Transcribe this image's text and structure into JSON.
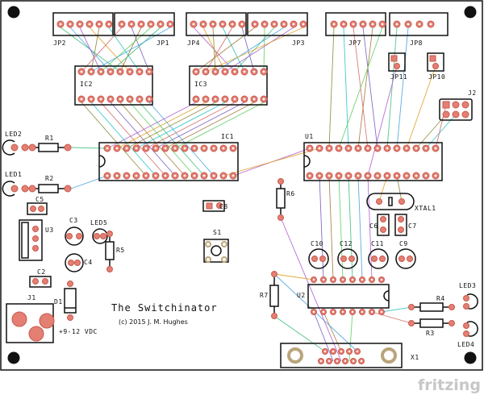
{
  "board": {
    "title": "The Switchinator",
    "credit": "(c) 2015 J. M. Hughes",
    "power_note": "+9-12 VDC"
  },
  "labels": {
    "jp2": "JP2",
    "jp1": "JP1",
    "jp4": "JP4",
    "jp3": "JP3",
    "jp7": "JP7",
    "jp8": "JP8",
    "jp11": "JP11",
    "jp10": "JP10",
    "ic2": "IC2",
    "ic3": "IC3",
    "ic1": "IC1",
    "u1": "U1",
    "j2": "J2",
    "led2": "LED2",
    "r1": "R1",
    "led1": "LED1",
    "r2": "R2",
    "c5": "C5",
    "u3": "U3",
    "c3": "C3",
    "led5": "LED5",
    "c4": "C4",
    "r5": "R5",
    "c2": "C2",
    "j1": "J1",
    "d1": "D1",
    "c8": "C8",
    "s1": "S1",
    "r6": "R6",
    "xtal1": "XTAL1",
    "c6": "C6",
    "c7": "C7",
    "c10": "C10",
    "c12": "C12",
    "c11": "C11",
    "c9": "C9",
    "r7": "R7",
    "u2": "U2",
    "r4": "R4",
    "r3": "R3",
    "led3": "LED3",
    "led4": "LED4",
    "x1": "X1"
  },
  "brand": {
    "name": "fritzing"
  },
  "colors": {
    "pad": "#e47f73",
    "silkscreen": "#111111",
    "brand": "#c7c7c7",
    "wires": [
      "#3fbf7f",
      "#4aa3df",
      "#b05fd0",
      "#e0a020",
      "#8c8c3a",
      "#2ec4c4",
      "#d46a6a",
      "#7a5cc0",
      "#a47a3c",
      "#5fcf5f"
    ]
  }
}
